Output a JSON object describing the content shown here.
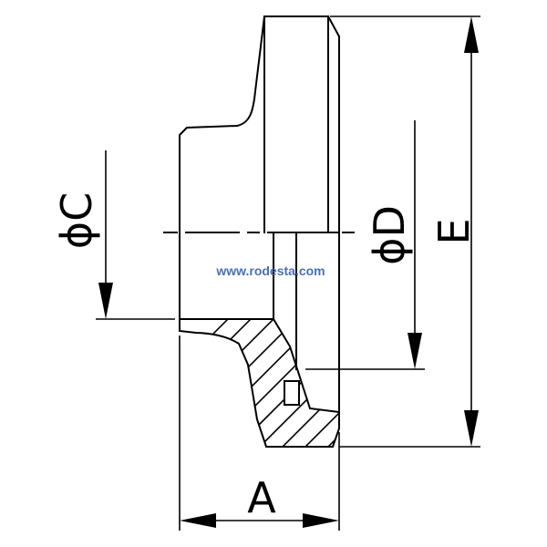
{
  "drawing": {
    "labels": {
      "dim_a": "A",
      "dim_c": "ϕC",
      "dim_d": "ϕD",
      "dim_e": "E"
    },
    "watermark": "www.rodesta.com",
    "colors": {
      "line": "#000000",
      "watermark": "#4a6fb5",
      "background": "#ffffff"
    }
  }
}
